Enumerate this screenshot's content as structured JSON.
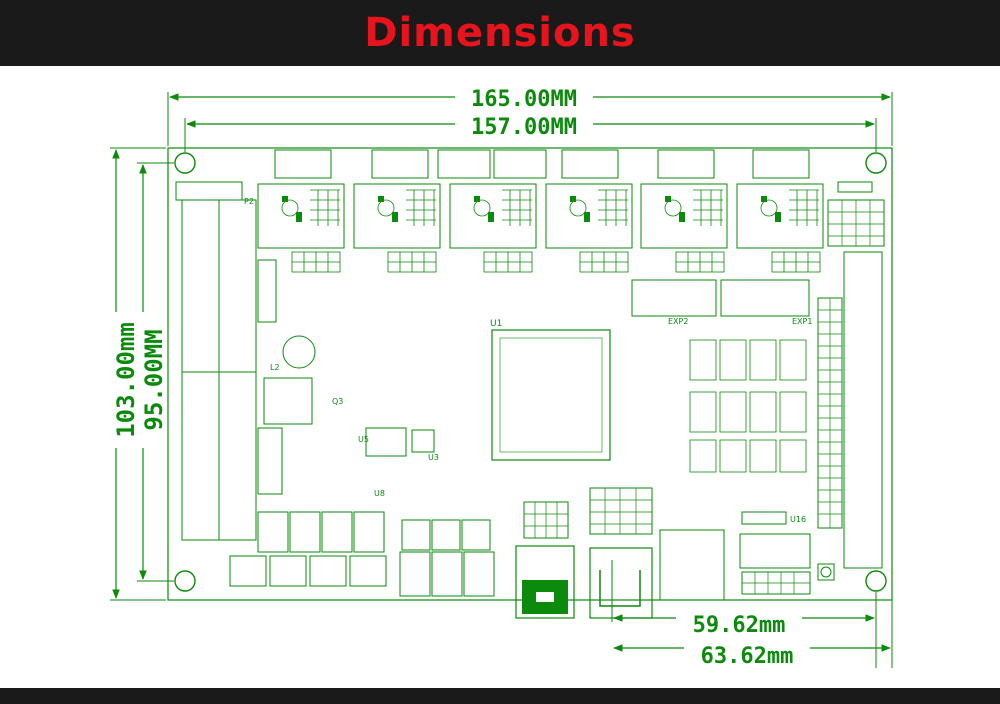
{
  "header": {
    "title": "Dimensions"
  },
  "dimensions": {
    "overall_width": "165.00MM",
    "hole_spacing_width": "157.00MM",
    "overall_height": "103.00mm",
    "hole_spacing_height": "95.00MM",
    "port_offset_inner": "59.62mm",
    "port_offset_outer": "63.62mm"
  },
  "board_labels": {
    "u1": "U1",
    "exp1": "EXP1",
    "exp2": "EXP2",
    "p2": "P2",
    "u3": "U3",
    "u5": "U5",
    "u8": "U8",
    "u16": "U16",
    "q3": "Q3",
    "l2": "L2"
  },
  "colors": {
    "green": "#0c8a0c",
    "title_red": "#e8141d",
    "bar": "#1a1a1a"
  }
}
